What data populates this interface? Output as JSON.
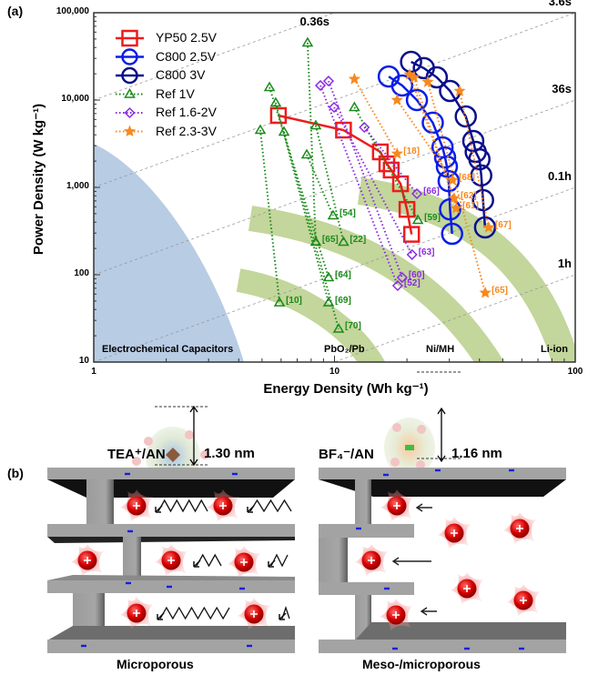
{
  "chart_data": {
    "type": "scatter",
    "panel_label": "(a)",
    "title": "",
    "xlabel": "Energy Density (Wh kg⁻¹)",
    "ylabel": "Power Density (W kg⁻¹)",
    "xscale": "log",
    "yscale": "log",
    "xlim": [
      1,
      100
    ],
    "ylim": [
      10,
      100000
    ],
    "x_ticks": [
      {
        "value": 1,
        "label": "1"
      },
      {
        "value": 10,
        "label": "10"
      },
      {
        "value": 100,
        "label": "100"
      }
    ],
    "y_ticks": [
      {
        "value": 10,
        "label": "10"
      },
      {
        "value": 100,
        "label": "100"
      },
      {
        "value": 1000,
        "label": "1,000"
      },
      {
        "value": 10000,
        "label": "10,000"
      },
      {
        "value": 100000,
        "label": "100,000"
      }
    ],
    "legend_position": "top-left",
    "time_lines": [
      {
        "label": "0.36s",
        "hours": 0.0001
      },
      {
        "label": "3.6s",
        "hours": 0.001
      },
      {
        "label": "36s",
        "hours": 0.01
      },
      {
        "label": "0.1h",
        "hours": 0.1
      },
      {
        "label": "1h",
        "hours": 1
      }
    ],
    "regions": [
      {
        "label": "Electrochemical Capacitors",
        "color": "#b8cce4"
      },
      {
        "label": "PbO₂/Pb",
        "color": "#c3d69b"
      },
      {
        "label": "Ni/MH",
        "color": "#c3d69b"
      },
      {
        "label": "Li-ion",
        "color": "#c3d69b"
      }
    ],
    "series": [
      {
        "name": "YP50 2.5V",
        "color": "#ee1c1c",
        "marker": "square",
        "line": "solid",
        "points": [
          [
            5.85,
            6650
          ],
          [
            10.9,
            4530
          ],
          [
            15.5,
            2550
          ],
          [
            16.5,
            1860
          ],
          [
            17.2,
            1580
          ],
          [
            18.8,
            1100
          ],
          [
            20.0,
            560
          ],
          [
            20.9,
            290
          ]
        ]
      },
      {
        "name": "C800 2.5V",
        "color": "#0a1ee6",
        "marker": "circle",
        "line": "solid",
        "points": [
          [
            16.8,
            18600
          ],
          [
            19.1,
            14700
          ],
          [
            22.0,
            10000
          ],
          [
            25.6,
            5500
          ],
          [
            28.1,
            2870
          ],
          [
            28.8,
            2200
          ],
          [
            29.3,
            1730
          ],
          [
            29.8,
            1180
          ],
          [
            30.2,
            560
          ],
          [
            30.8,
            294
          ]
        ]
      },
      {
        "name": "C800 3V",
        "color": "#0a0f8c",
        "marker": "circle",
        "line": "solid",
        "points": [
          [
            20.8,
            27400
          ],
          [
            23.5,
            23200
          ],
          [
            26.6,
            18200
          ],
          [
            30.2,
            12700
          ],
          [
            35.1,
            6490
          ],
          [
            37.7,
            3400
          ],
          [
            38.6,
            2550
          ],
          [
            40.0,
            2100
          ],
          [
            40.7,
            1370
          ],
          [
            41.4,
            715
          ],
          [
            42.2,
            348
          ]
        ]
      },
      {
        "name": "Ref 1V",
        "color": "#1a8a1a",
        "marker": "triangle",
        "line": "dotted",
        "refs": [
          {
            "label": "[10]",
            "points": [
              [
                4.92,
                4530
              ],
              [
                5.91,
                48
              ]
            ]
          },
          {
            "label": "[64]",
            "points": [
              [
                5.37,
                14000
              ],
              [
                9.45,
                93
              ]
            ]
          },
          {
            "label": "[69]",
            "points": [
              [
                5.7,
                9300
              ],
              [
                9.45,
                48
              ]
            ]
          },
          {
            "label": "[70]",
            "points": [
              [
                6.17,
                4320
              ],
              [
                10.4,
                24
              ]
            ]
          },
          {
            "label": "[65]",
            "points": [
              [
                7.73,
                45300
              ],
              [
                8.36,
                237
              ]
            ]
          },
          {
            "label": "[54]",
            "points": [
              [
                7.67,
                2370
              ],
              [
                9.87,
                475
              ]
            ]
          },
          {
            "label": "[22]",
            "points": [
              [
                8.36,
                5110
              ],
              [
                10.9,
                237
              ]
            ]
          },
          {
            "label": "[59]",
            "points": [
              [
                12.1,
                8260
              ],
              [
                22.2,
                422
              ]
            ]
          }
        ]
      },
      {
        "name": "Ref 1.6-2V",
        "color": "#8a2be2",
        "marker": "diamond",
        "line": "dotted",
        "refs": [
          {
            "label": "[52]",
            "points": [
              [
                8.74,
                14700
              ],
              [
                18.3,
                75
              ]
            ]
          },
          {
            "label": "[60]",
            "points": [
              [
                9.45,
                16500
              ],
              [
                19.1,
                93
              ]
            ]
          },
          {
            "label": "[63]",
            "points": [
              [
                9.96,
                8260
              ],
              [
                21.0,
                170
              ]
            ]
          },
          {
            "label": "[66]",
            "points": [
              [
                13.3,
                4870
              ],
              [
                22.0,
                846
              ]
            ]
          }
        ]
      },
      {
        "name": "Ref 2.3-3V",
        "color": "#f7891e",
        "marker": "star",
        "line": "dotted",
        "refs": [
          {
            "label": "[18]",
            "points": [
              [
                12.1,
                17400
              ],
              [
                18.2,
                2430
              ]
            ]
          },
          {
            "label": "[68]",
            "points": [
              [
                18.2,
                10000
              ],
              [
                30.9,
                1210
              ]
            ]
          },
          {
            "label": "[62]",
            "points": [
              [
                20.5,
                19600
              ],
              [
                31.4,
                750
              ]
            ]
          },
          {
            "label": "[61]",
            "points": [
              [
                21.4,
                18200
              ],
              [
                32.0,
                575
              ]
            ]
          },
          {
            "label": "[67]",
            "points": [
              [
                33.1,
                12700
              ],
              [
                43.7,
                348
              ]
            ]
          },
          {
            "label": "[65]",
            "points": [
              [
                24.4,
                16100
              ],
              [
                42.3,
                62
              ]
            ]
          }
        ]
      }
    ]
  },
  "panel_b": {
    "label": "(b)",
    "electrolytes": [
      {
        "ion": "TEA⁺/AN",
        "size": "1.30 nm"
      },
      {
        "ion": "BF₄⁻/AN",
        "size": "1.16 nm"
      }
    ],
    "captions": [
      "Microporous",
      "Meso-/microporous"
    ]
  }
}
